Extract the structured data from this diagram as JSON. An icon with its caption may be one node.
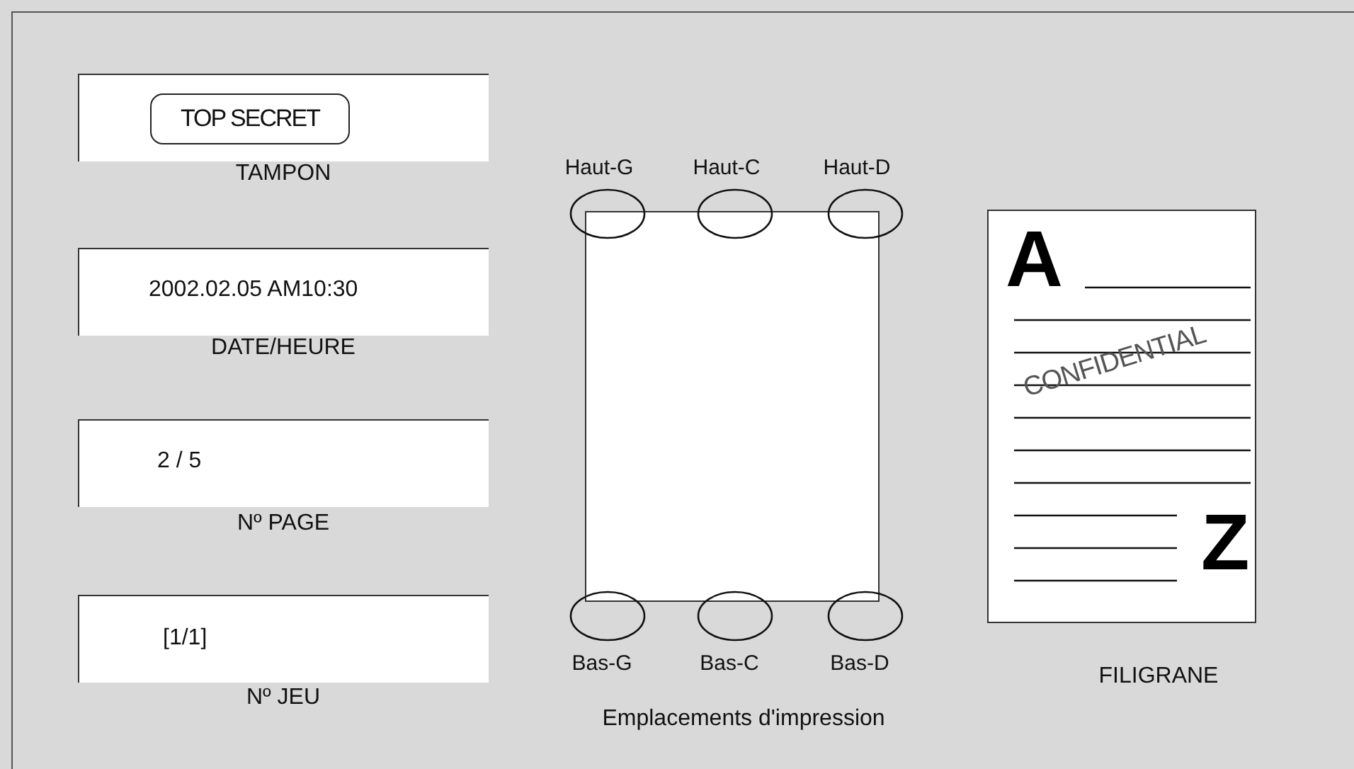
{
  "diagram": {
    "nodes": [
      {
        "text": [
          "TAMPON"
        ]
      },
      {
        "text": [
          "TOP SECRET"
        ],
        "in": 0
      },
      {
        "text": [
          "2002.02.05 AM10:30",
          "DATE/HEURE"
        ]
      },
      {
        "text": [
          "2 / 5",
          "Nº PAGE"
        ]
      },
      {
        "text": [
          "[1/1]",
          "Nº JEU"
        ]
      },
      {
        "text": [],
        "shape": "box"
      },
      {
        "text": [],
        "shape": "circle",
        "beside": [
          "Haut-G"
        ]
      },
      {
        "text": [],
        "shape": "circle",
        "beside": [
          "Haut-C"
        ]
      },
      {
        "text": [],
        "shape": "circle",
        "beside": [
          "Haut-D"
        ]
      },
      {
        "text": [],
        "shape": "circle",
        "beside": [
          "Bas-G"
        ]
      },
      {
        "text": [],
        "shape": "circle",
        "beside": [
          "Bas-C"
        ]
      },
      {
        "text": [],
        "shape": "circle",
        "beside": [
          "Bas-D"
        ]
      },
      {
        "text": [
          "A",
          "Z",
          "CONFIDENTIAL",
          "FILIGRANE"
        ]
      }
    ],
    "labels": [
      "Emplacements d'impression"
    ]
  }
}
